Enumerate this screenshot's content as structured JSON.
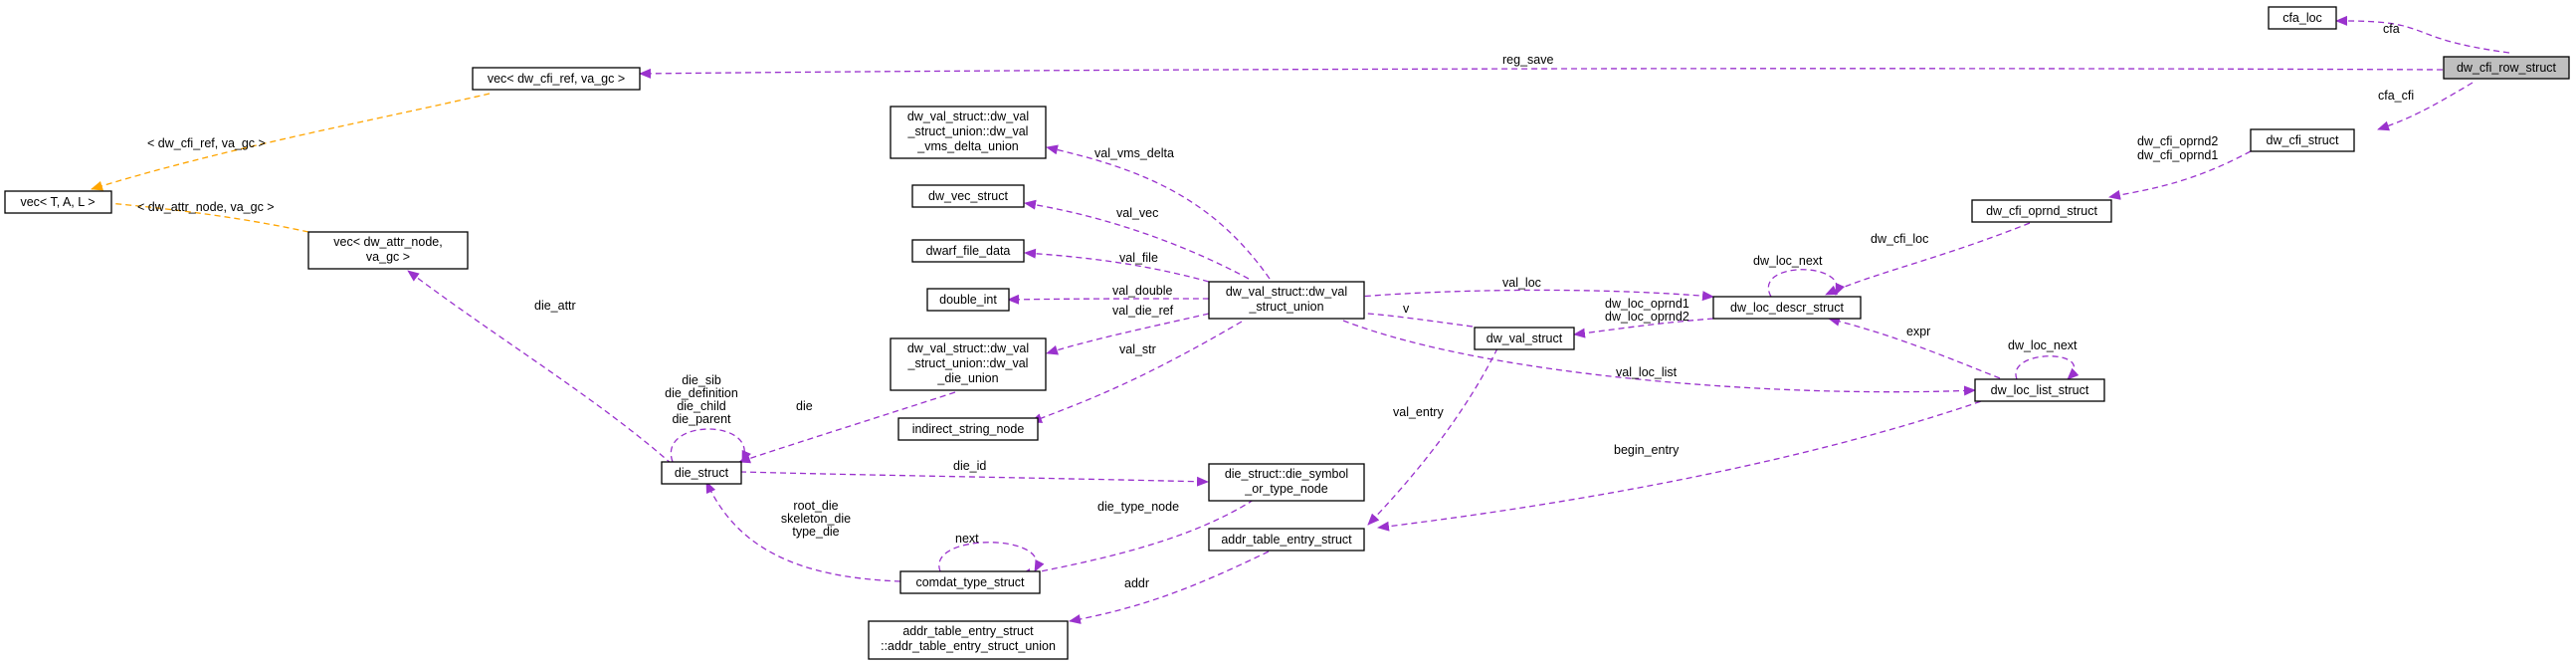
{
  "nodes": {
    "cfa_loc": [
      "cfa_loc"
    ],
    "dw_cfi_row_struct": [
      "dw_cfi_row_struct"
    ],
    "vec_cfi_ref": [
      "vec< dw_cfi_ref, va_gc >"
    ],
    "dw_cfi_struct": [
      "dw_cfi_struct"
    ],
    "vec_T": [
      "vec< T, A, L >"
    ],
    "dw_cfi_oprnd_struct": [
      "dw_cfi_oprnd_struct"
    ],
    "vms_delta_union": [
      "dw_val_struct::dw_val",
      "_struct_union::dw_val",
      "_vms_delta_union"
    ],
    "dw_vec_struct": [
      "dw_vec_struct"
    ],
    "vec_attr_node": [
      "vec< dw_attr_node,",
      "va_gc >"
    ],
    "dwarf_file_data": [
      "dwarf_file_data"
    ],
    "double_int": [
      "double_int"
    ],
    "dw_val_struct_union": [
      "dw_val_struct::dw_val",
      "_struct_union"
    ],
    "dw_loc_descr_struct": [
      "dw_loc_descr_struct"
    ],
    "dw_val_struct": [
      "dw_val_struct"
    ],
    "die_union": [
      "dw_val_struct::dw_val",
      "_struct_union::dw_val",
      "_die_union"
    ],
    "dw_loc_list_struct": [
      "dw_loc_list_struct"
    ],
    "indirect_string_node": [
      "indirect_string_node"
    ],
    "die_struct": [
      "die_struct"
    ],
    "die_symbol_or_type_node": [
      "die_struct::die_symbol",
      "_or_type_node"
    ],
    "addr_table_entry_struct": [
      "addr_table_entry_struct"
    ],
    "comdat_type_struct": [
      "comdat_type_struct"
    ],
    "addr_table_union": [
      "addr_table_entry_struct",
      "::addr_table_entry_struct_union"
    ]
  },
  "edge_labels": {
    "cfa": [
      "cfa"
    ],
    "reg_save": [
      "reg_save"
    ],
    "cfa_cfi": [
      "cfa_cfi"
    ],
    "opnd_pair": [
      "dw_cfi_oprnd2",
      "dw_cfi_oprnd1"
    ],
    "dw_cfi_ref_tmpl": [
      "< dw_cfi_ref, va_gc >"
    ],
    "dw_attr_node_tmpl": [
      "< dw_attr_node, va_gc >"
    ],
    "dw_cfi_loc": [
      "dw_cfi_loc"
    ],
    "dw_loc_next_descr": [
      "dw_loc_next"
    ],
    "val_vms_delta": [
      "val_vms_delta"
    ],
    "val_vec": [
      "val_vec"
    ],
    "val_file": [
      "val_file"
    ],
    "val_loc": [
      "val_loc"
    ],
    "val_double": [
      "val_double"
    ],
    "val_die_ref": [
      "val_die_ref"
    ],
    "die_attr": [
      "die_attr"
    ],
    "dw_loc_oprnd": [
      "dw_loc_oprnd1",
      "dw_loc_oprnd2"
    ],
    "v": [
      "v"
    ],
    "expr": [
      "expr"
    ],
    "val_str": [
      "val_str"
    ],
    "dw_loc_next_list": [
      "dw_loc_next"
    ],
    "die_self": [
      "die_sib",
      "die_definition",
      "die_child",
      "die_parent"
    ],
    "die": [
      "die"
    ],
    "val_loc_list": [
      "val_loc_list"
    ],
    "val_entry": [
      "val_entry"
    ],
    "begin_entry": [
      "begin_entry"
    ],
    "die_id": [
      "die_id"
    ],
    "root_die": [
      "root_die",
      "skeleton_die",
      "type_die"
    ],
    "next": [
      "next"
    ],
    "die_type_node": [
      "die_type_node"
    ],
    "addr": [
      "addr"
    ]
  }
}
